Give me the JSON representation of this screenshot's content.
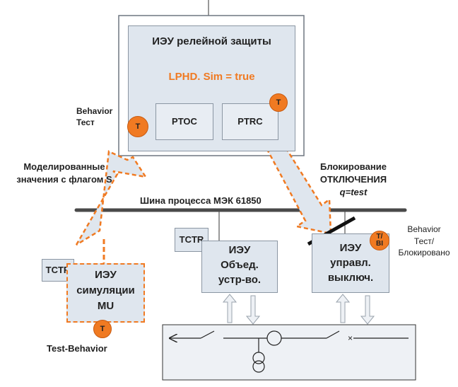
{
  "relay_ied": {
    "title": "ИЭУ релейной защиты",
    "lphd_label": "LPHD. Sim = true",
    "ptoc_label": "PTOC",
    "ptrc_label": "PTRC",
    "ptrc_badge": "T"
  },
  "behavior_test": {
    "line1": "Behavior",
    "line2": "Тест",
    "badge": "T"
  },
  "simulated_values_label": {
    "line1": "Моделированные",
    "line2": "значения с флагом S"
  },
  "trip_blocking_label": {
    "line1": "Блокирование",
    "line2": "ОТКЛЮЧЕНИЯ",
    "line3": "q=test"
  },
  "process_bus_label": "Шина процесса МЭК 61850",
  "merging_unit_ied": {
    "line1": "ИЭУ",
    "line2": "Объед.",
    "line3": "устр-во.",
    "tctr_label": "TCTR"
  },
  "breaker_ied": {
    "line1": "ИЭУ",
    "line2": "управл.",
    "line3": "выключ.",
    "badge_line1": "T/",
    "badge_line2": "BI"
  },
  "behavior_blocked": {
    "line1": "Behavior",
    "line2": "Тест/",
    "line3": "Блокировано"
  },
  "simulation_ied": {
    "line1": "ИЭУ",
    "line2": "симуляции",
    "line3": "MU",
    "tctr_label": "TCTR",
    "badge": "T"
  },
  "test_behavior_label": "Test-Behavior",
  "colors": {
    "accent_orange": "#f07a22",
    "box_fill": "#dfe6ee",
    "bus_line": "#4a4a4a"
  }
}
